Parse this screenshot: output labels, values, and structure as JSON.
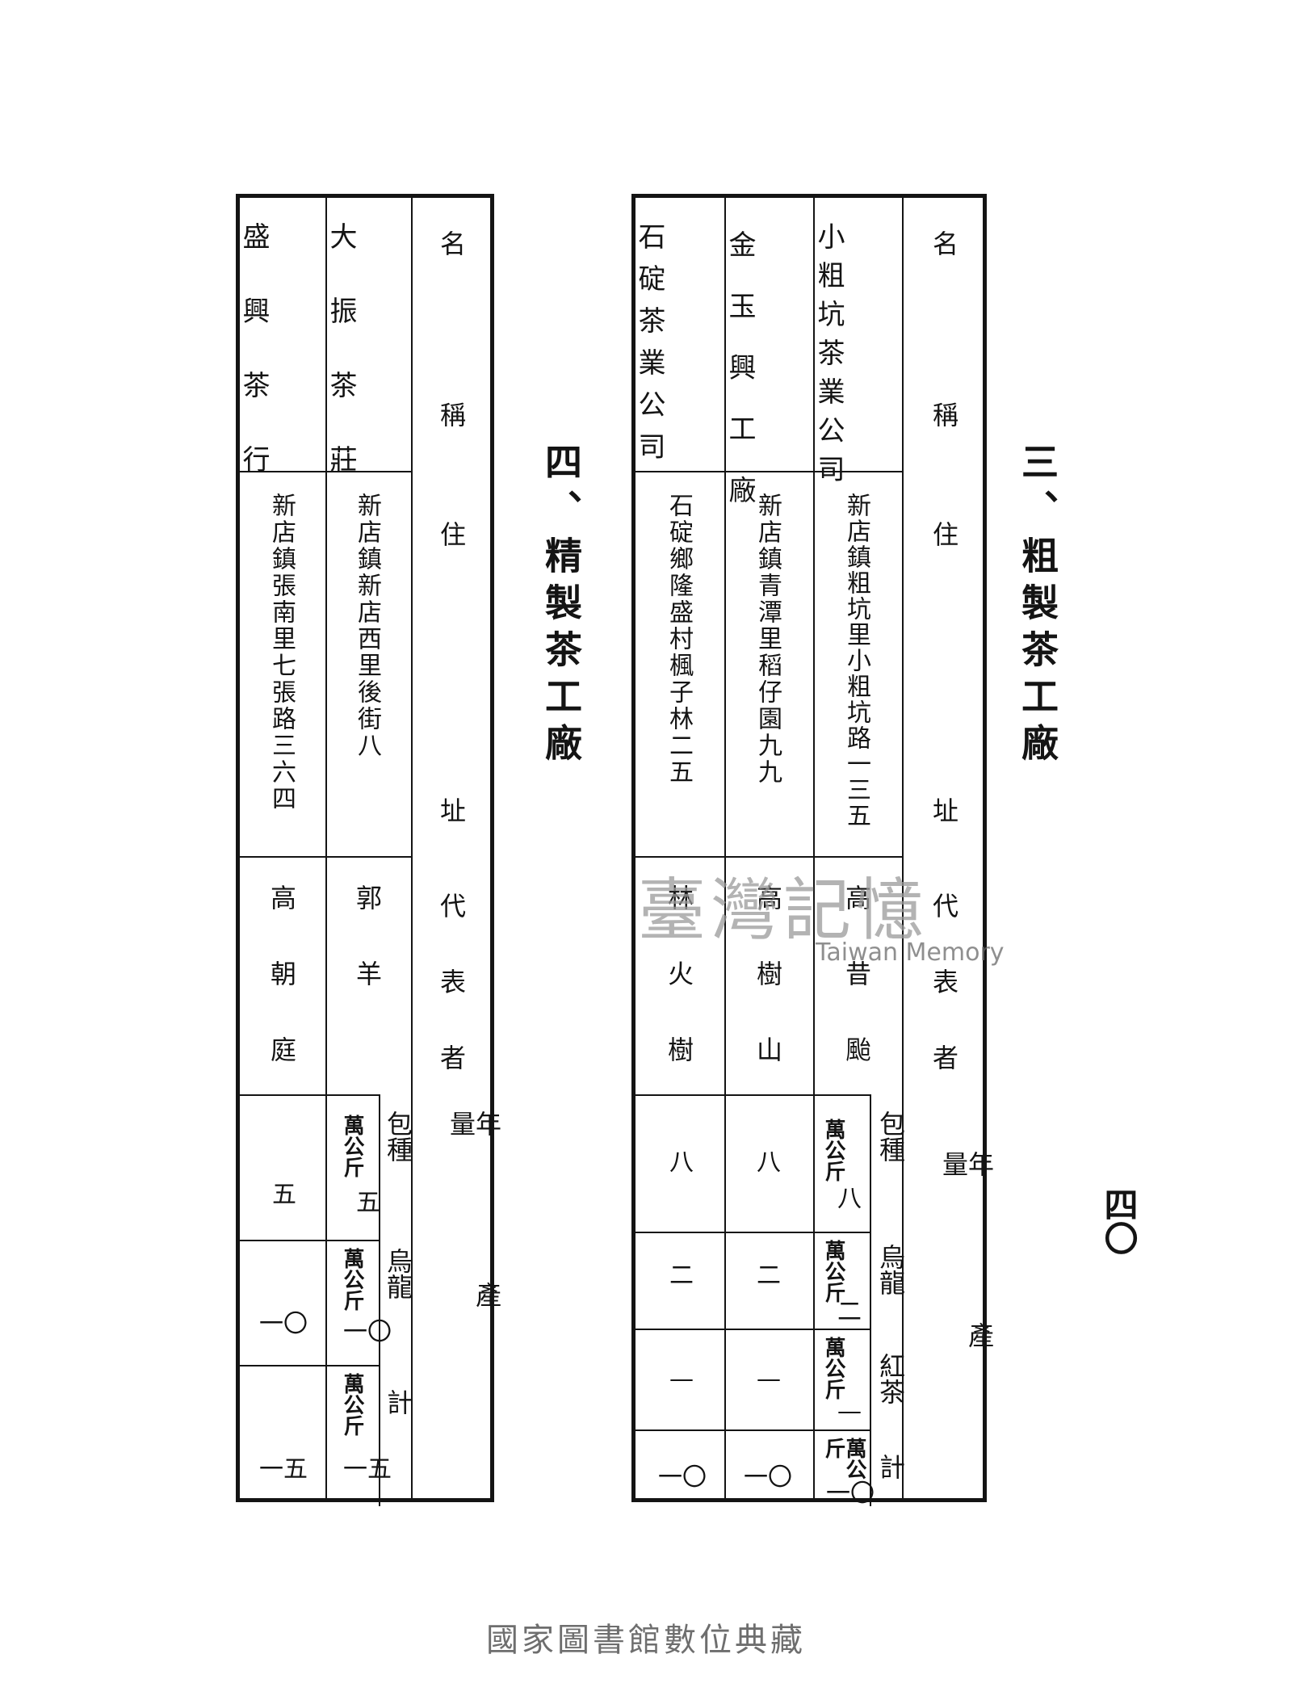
{
  "page_number": "四〇",
  "section3": {
    "title": "三、粗製茶工廠",
    "headers": {
      "name": "名稱",
      "address": "住址",
      "rep": "代表者",
      "output": "年產量",
      "kind": "包種",
      "oolong": "烏龍",
      "black": "紅茶",
      "total": "計"
    },
    "unit": "萬公斤",
    "rows": [
      {
        "name": "小粗坑茶業公司",
        "address": "新店鎮粗坑里小粗坑路一三五",
        "rep": "高昔颱",
        "baozhong": "八",
        "oolong": "二",
        "black": "—",
        "total": "一〇"
      },
      {
        "name": "金玉興工廠",
        "address": "新店鎮青潭里稻仔園九九",
        "rep": "高樹山",
        "baozhong": "八",
        "oolong": "二",
        "black": "—",
        "total": "一〇"
      },
      {
        "name": "石碇茶業公司",
        "address": "石碇鄉隆盛村楓子林二五",
        "rep": "林火樹",
        "baozhong": "八",
        "oolong": "二",
        "black": "—",
        "total": "一〇"
      }
    ]
  },
  "section4": {
    "title": "四、精製茶工廠",
    "headers": {
      "name": "名稱",
      "address": "住址",
      "rep": "代表者",
      "output": "年產量",
      "kind": "包種",
      "oolong": "烏龍",
      "total": "計"
    },
    "unit": "萬公斤",
    "rows": [
      {
        "name": "大振茶莊",
        "address": "新店鎮新店西里後街八",
        "rep": "郭羊",
        "baozhong": "五",
        "oolong": "一〇",
        "total": "一五"
      },
      {
        "name": "盛興茶行",
        "address": "新店鎮張南里七張路三六四",
        "rep": "高朝庭",
        "baozhong": "五",
        "oolong": "一〇",
        "total": "一五"
      }
    ]
  },
  "watermark": {
    "chinese": "臺灣記憶",
    "english": "Taiwan Memory"
  },
  "footer": "國家圖書館數位典藏"
}
